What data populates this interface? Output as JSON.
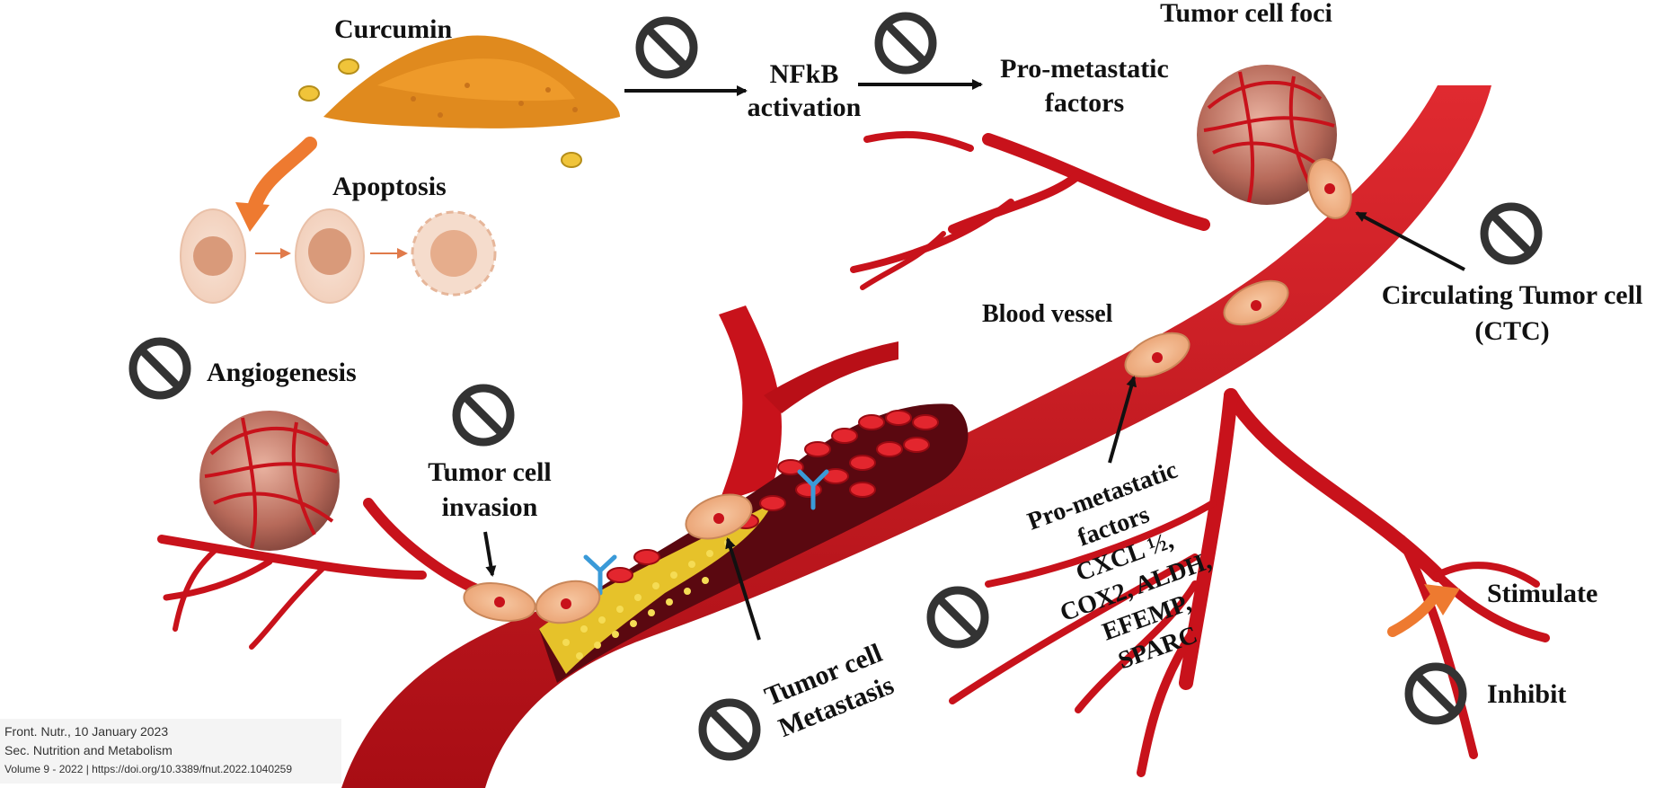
{
  "labels": {
    "curcumin": "Curcumin",
    "nfkb_line1": "NFkB",
    "nfkb_line2": "activation",
    "promet_top_line1": "Pro-metastatic",
    "promet_top_line2": "factors",
    "tumor_foci": "Tumor cell foci",
    "apoptosis": "Apoptosis",
    "angiogenesis": "Angiogenesis",
    "blood_vessel": "Blood vessel",
    "ctc_line1": "Circulating Tumor cell",
    "ctc_line2": "(CTC)",
    "invasion_line1": "Tumor cell",
    "invasion_line2": "invasion",
    "metastasis_line1": "Tumor cell",
    "metastasis_line2": "Metastasis",
    "factors_list": [
      "Pro-metastatic",
      "factors",
      "CXCL ½,",
      "COX2, ALDH,",
      "EFEMP,",
      "SPARC"
    ],
    "legend_stimulate": "Stimulate",
    "legend_inhibit": "Inhibit"
  },
  "citation": {
    "line1": "Front. Nutr., 10 January 2023",
    "line2": "Sec. Nutrition and Metabolism",
    "line3": "Volume 9 - 2022 | https://doi.org/10.3389/fnut.2022.1040259"
  },
  "colors": {
    "vessel": "#c8121b",
    "vessel_dark": "#8e0a10",
    "curcumin": "#e08a1e",
    "tumor_cell": "#f2b78c",
    "stimulate_arrow": "#ee7a30",
    "inhibit_symbol": "#333333"
  },
  "icons": {
    "inhibit": "prohibition-sign-icon",
    "stimulate": "curved-arrow-icon"
  }
}
